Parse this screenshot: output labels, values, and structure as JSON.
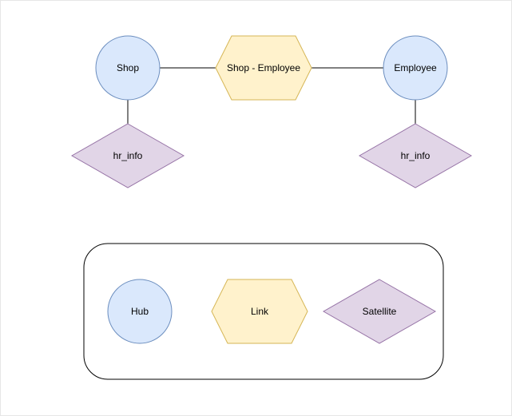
{
  "diagram": {
    "nodes": {
      "shop": {
        "label": "Shop",
        "type": "hub"
      },
      "shop_employee": {
        "label": "Shop - Employee",
        "type": "link"
      },
      "employee": {
        "label": "Employee",
        "type": "hub"
      },
      "shop_hr_info": {
        "label": "hr_info",
        "type": "satellite"
      },
      "employee_hr_info": {
        "label": "hr_info",
        "type": "satellite"
      }
    },
    "edges": [
      {
        "from": "shop",
        "to": "shop_employee"
      },
      {
        "from": "shop_employee",
        "to": "employee"
      },
      {
        "from": "shop",
        "to": "shop_hr_info"
      },
      {
        "from": "employee",
        "to": "employee_hr_info"
      }
    ]
  },
  "legend": {
    "hub": {
      "label": "Hub"
    },
    "link": {
      "label": "Link"
    },
    "satellite": {
      "label": "Satellite"
    }
  },
  "colors": {
    "hub_fill": "#dae8fc",
    "hub_stroke": "#6c8ebf",
    "link_fill": "#fff2cc",
    "link_stroke": "#d6b656",
    "satellite_fill": "#e1d5e7",
    "satellite_stroke": "#9673a6",
    "edge": "#000000",
    "legend_border": "#000000"
  }
}
